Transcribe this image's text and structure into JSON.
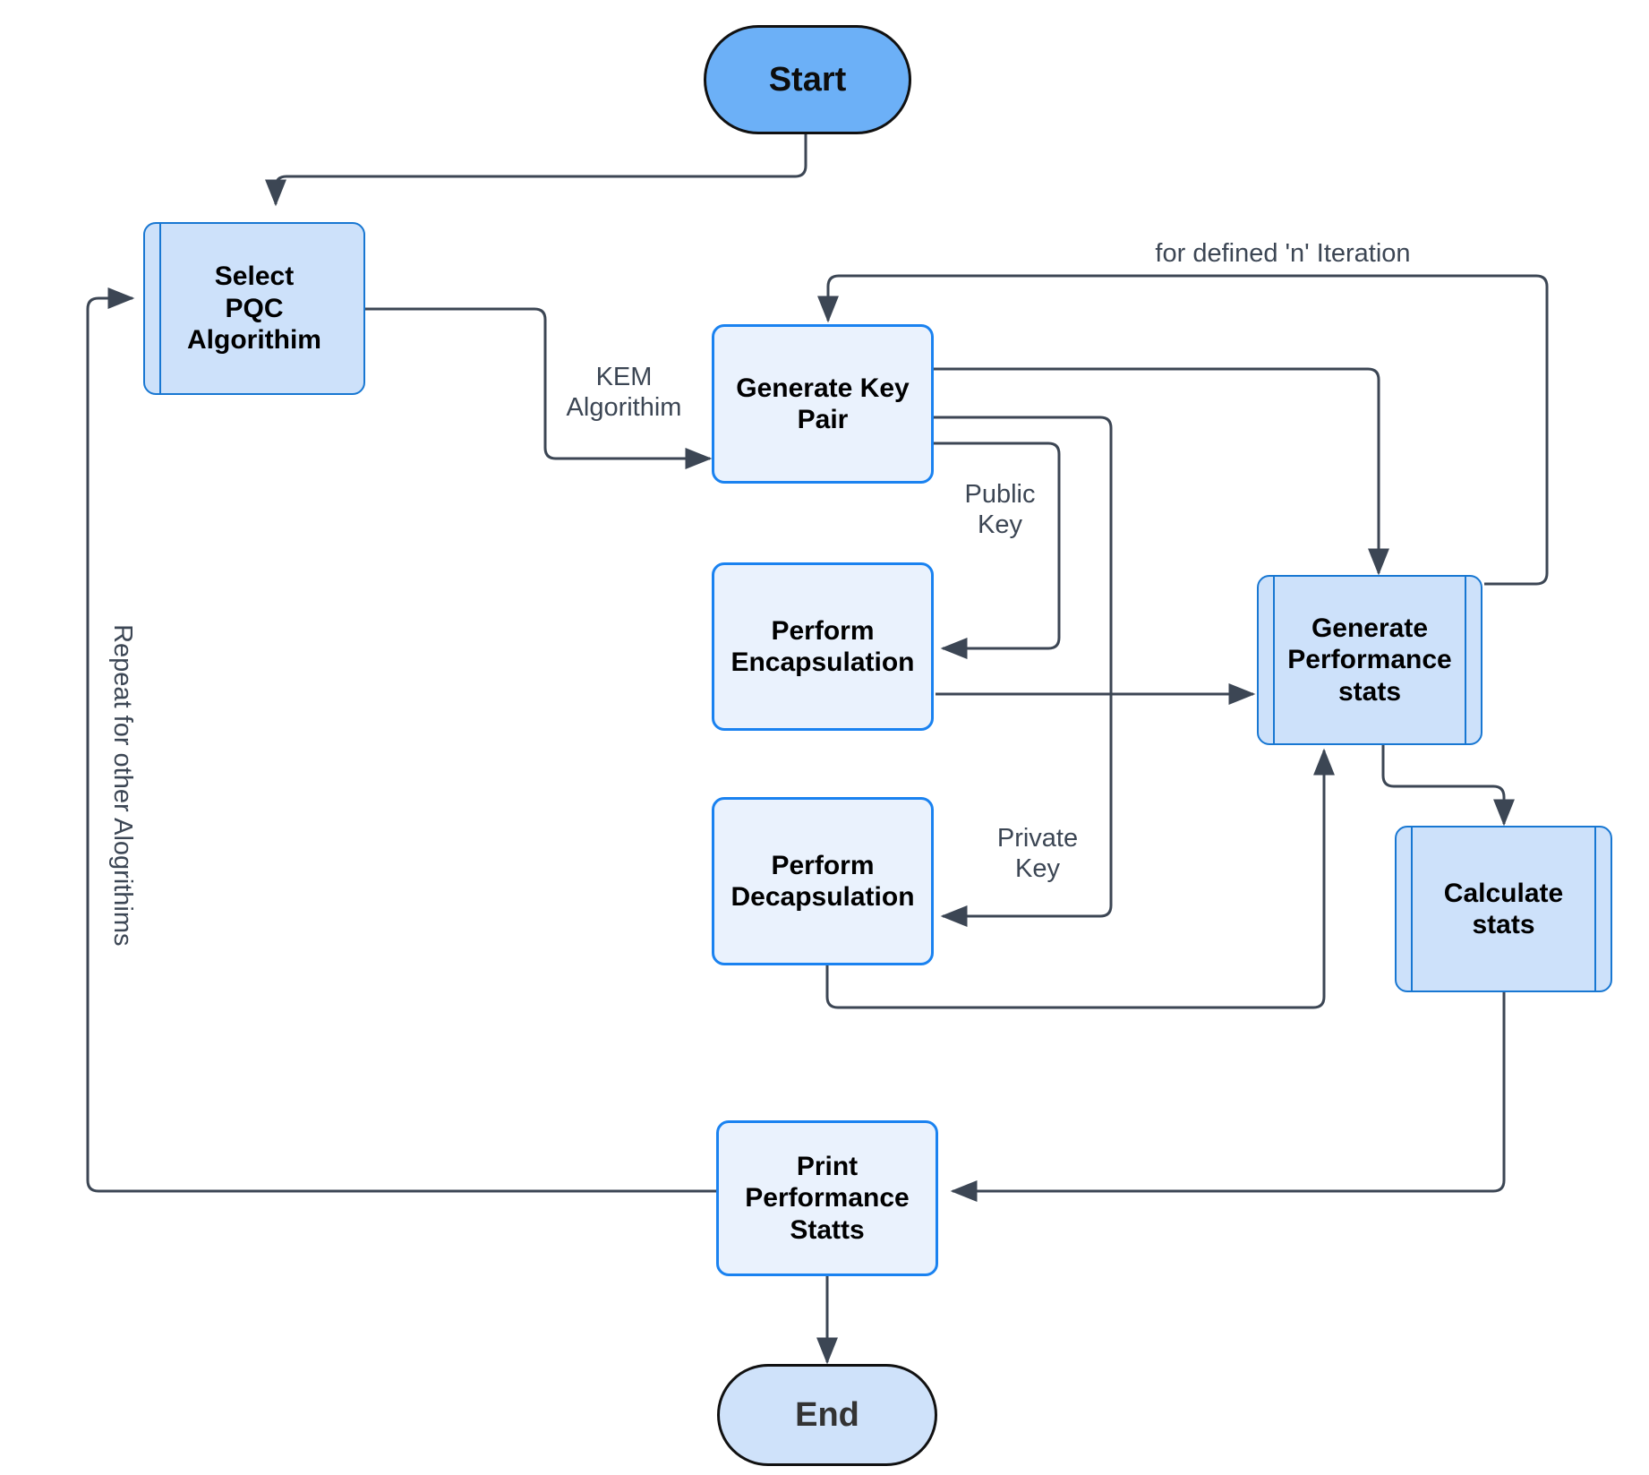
{
  "diagram": {
    "title": "PQC KEM Benchmarking Flowchart",
    "colors": {
      "start_fill": "#6cb0f7",
      "end_fill": "#cfe2fa",
      "process_fill": "#eaf2fd",
      "process_border": "#1a82f0",
      "subprocess_fill": "#cde1fa",
      "subprocess_border": "#1877d2",
      "terminator_border": "#111111",
      "edge_stroke": "#3c4654",
      "label_text": "#3c4654"
    },
    "nodes": {
      "start": {
        "label": "Start",
        "shape": "terminator"
      },
      "select_pqc": {
        "label": "Select\nPQC\nAlgorithim",
        "shape": "subprocess"
      },
      "generate_key_pair": {
        "label": "Generate Key\nPair",
        "shape": "process"
      },
      "perform_encapsulation": {
        "label": "Perform\nEncapsulation",
        "shape": "process"
      },
      "perform_decapsulation": {
        "label": "Perform\nDecapsulation",
        "shape": "process"
      },
      "generate_performance_stats": {
        "label": "Generate\nPerformance\nstats",
        "shape": "subprocess"
      },
      "calculate_stats": {
        "label": "Calculate\nstats",
        "shape": "subprocess"
      },
      "print_performance_statts": {
        "label": "Print\nPerformance\nStatts",
        "shape": "process"
      },
      "end": {
        "label": "End",
        "shape": "terminator"
      }
    },
    "edge_labels": {
      "kem_algorithim": "KEM\nAlgorithim",
      "public_key": "Public\nKey",
      "private_key": "Private\nKey",
      "for_defined_n_iteration": "for defined 'n' Iteration",
      "repeat_for_other_alogrithims": "Repeat for other Alogrithims"
    },
    "edges": [
      {
        "from": "start",
        "to": "select_pqc",
        "label": ""
      },
      {
        "from": "select_pqc",
        "to": "generate_key_pair",
        "label": "KEM Algorithim"
      },
      {
        "from": "generate_key_pair",
        "to": "generate_performance_stats",
        "label": ""
      },
      {
        "from": "generate_key_pair",
        "to": "perform_encapsulation",
        "label": "Public Key"
      },
      {
        "from": "generate_key_pair",
        "to": "perform_decapsulation",
        "label": "Private Key"
      },
      {
        "from": "perform_encapsulation",
        "to": "generate_performance_stats",
        "label": ""
      },
      {
        "from": "perform_decapsulation",
        "to": "generate_performance_stats",
        "label": ""
      },
      {
        "from": "generate_performance_stats",
        "to": "generate_key_pair",
        "label": "for defined 'n' Iteration"
      },
      {
        "from": "generate_performance_stats",
        "to": "calculate_stats",
        "label": ""
      },
      {
        "from": "calculate_stats",
        "to": "print_performance_statts",
        "label": ""
      },
      {
        "from": "print_performance_statts",
        "to": "select_pqc",
        "label": "Repeat for other Alogrithims"
      },
      {
        "from": "print_performance_statts",
        "to": "end",
        "label": ""
      }
    ]
  }
}
